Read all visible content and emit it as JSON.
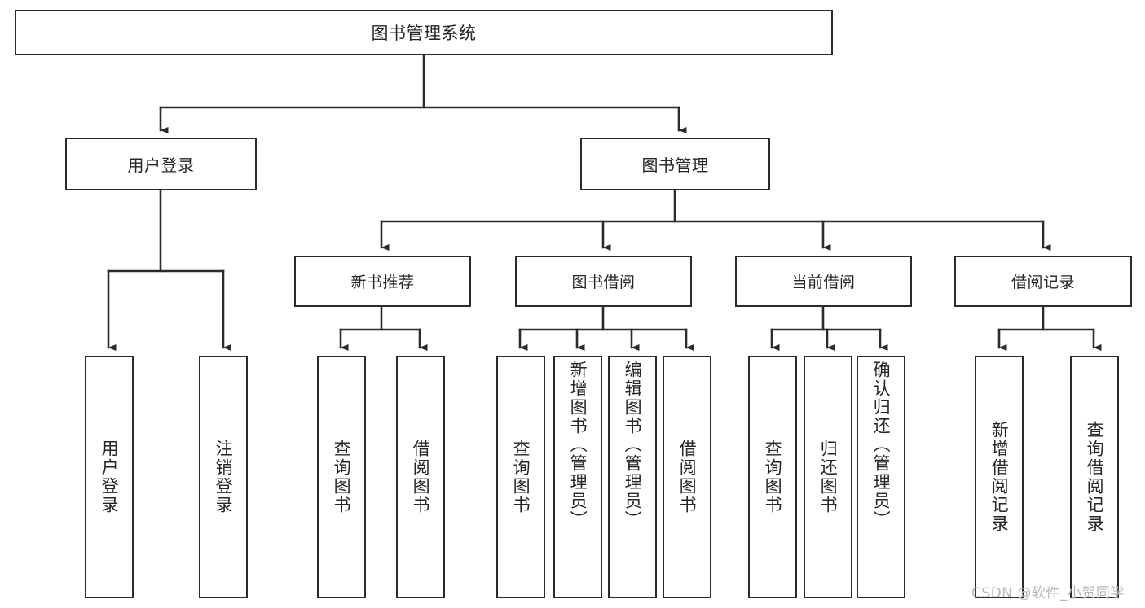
{
  "diagram": {
    "title": "图书管理系统",
    "type": "hierarchy-tree",
    "style": {
      "line_color": "#2b2b2b",
      "box_border_color": "#2b2b2b",
      "box_fill_color": "#ffffff",
      "text_color": "#262626",
      "background_color": "#ffffff",
      "watermark_color": "#b9b9b9"
    },
    "root": {
      "label": "图书管理系统"
    },
    "level1": [
      {
        "label": "用户登录"
      },
      {
        "label": "图书管理"
      }
    ],
    "level2": [
      {
        "label": "新书推荐"
      },
      {
        "label": "图书借阅"
      },
      {
        "label": "当前借阅"
      },
      {
        "label": "借阅记录"
      }
    ],
    "leaves": {
      "user_login": [
        {
          "label": "用户登录"
        },
        {
          "label": "注销登录"
        }
      ],
      "new_book_recommend": [
        {
          "label": "查询图书"
        },
        {
          "label": "借阅图书"
        }
      ],
      "book_borrow": [
        {
          "label": "查询图书"
        },
        {
          "label": "新增图书（管理员）"
        },
        {
          "label": "编辑图书（管理员）"
        },
        {
          "label": "借阅图书"
        }
      ],
      "current_borrow": [
        {
          "label": "查询图书"
        },
        {
          "label": "归还图书"
        },
        {
          "label": "确认归还（管理员）"
        }
      ],
      "borrow_record": [
        {
          "label": "新增借阅记录"
        },
        {
          "label": "查询借阅记录"
        }
      ]
    },
    "watermark": "CSDN @软件_小贺同学"
  }
}
